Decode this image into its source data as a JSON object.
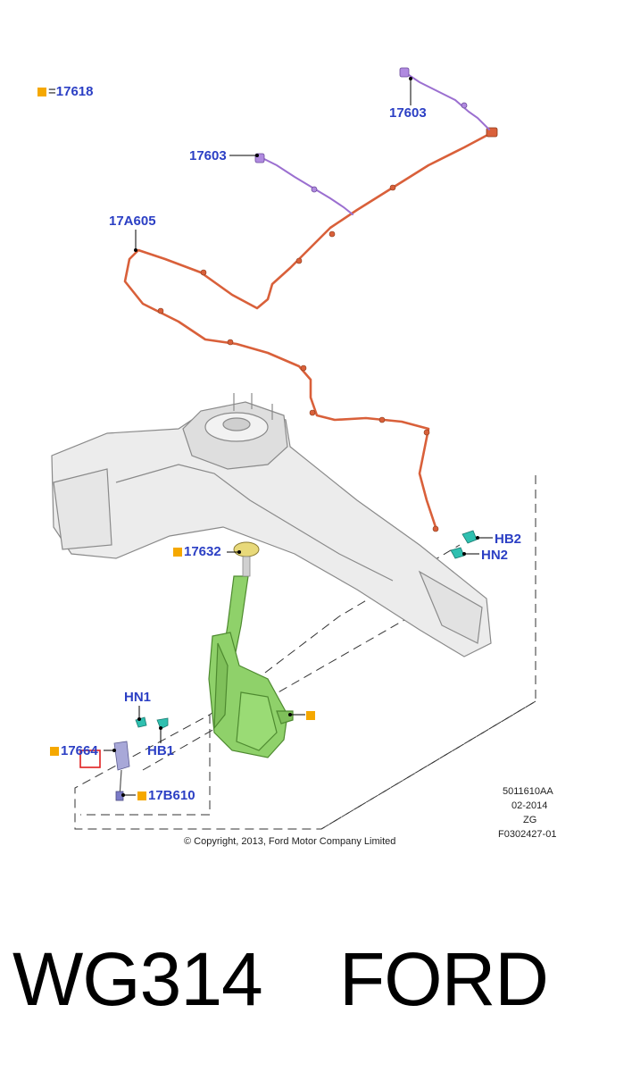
{
  "labels": {
    "legend_code": "17618",
    "legend_eq": "=",
    "tube_top": "17603",
    "tube_mid": "17603",
    "hose": "17A605",
    "cap": "17632",
    "hb2": "HB2",
    "hn2": "HN2",
    "hn1": "HN1",
    "hb1": "HB1",
    "pump": "17664",
    "grommet": "17B610"
  },
  "meta": {
    "ref": "5011610AA",
    "date": "02-2014",
    "region": "ZG",
    "figure": "F0302427-01"
  },
  "copyright": "© Copyright, 2013, Ford Motor Company Limited",
  "footer": {
    "code": "WG314",
    "brand": "FORD"
  },
  "colors": {
    "label_blue": "#2b3fc4",
    "marker_orange": "#f5a800",
    "hose_orange": "#d9603a",
    "tube_purple": "#9b6fd0",
    "tank_green": "#8fd16a",
    "clip_teal": "#2fc0b0",
    "highlight_red": "#e02020"
  }
}
